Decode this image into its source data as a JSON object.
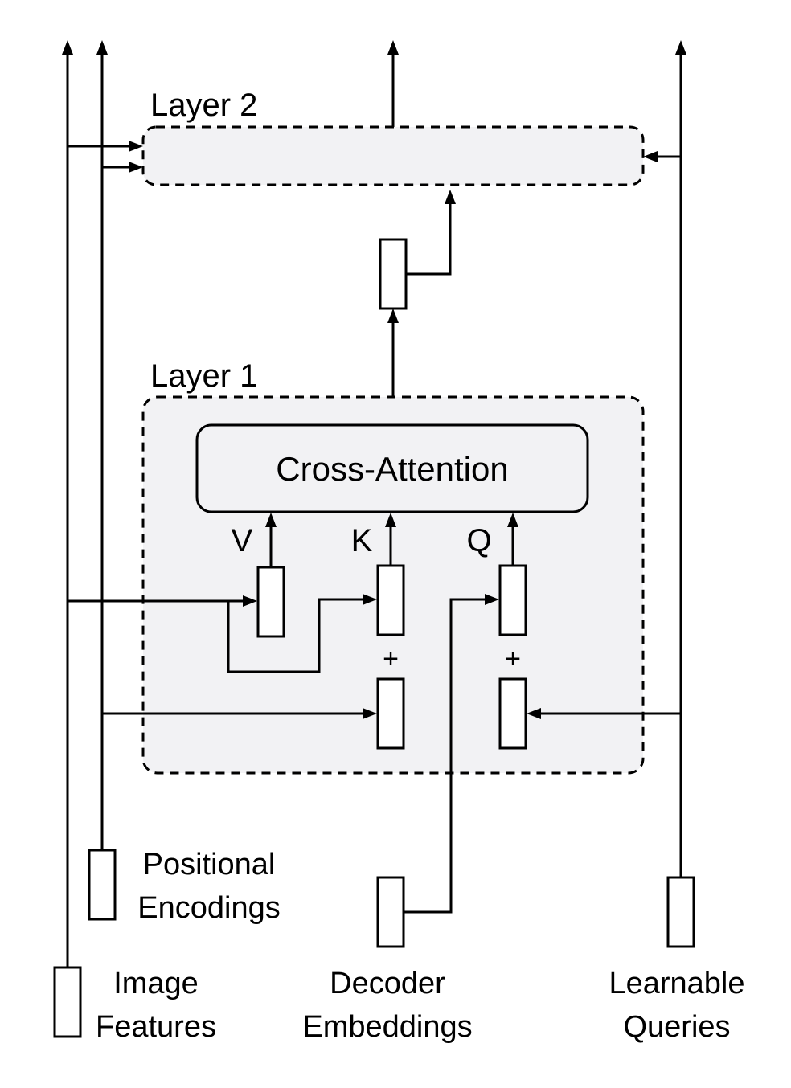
{
  "layers": {
    "layer1": "Layer 1",
    "layer2": "Layer 2"
  },
  "attention": {
    "label": "Cross-Attention",
    "inputs": {
      "v": "V",
      "k": "K",
      "q": "Q"
    },
    "plus_left": "+",
    "plus_right": "+"
  },
  "inputs": {
    "positional_line1": "Positional",
    "positional_line2": "Encodings",
    "image_line1": "Image",
    "image_line2": "Features",
    "decoder_line1": "Decoder",
    "decoder_line2": "Embeddings",
    "learnable_line1": "Learnable",
    "learnable_line2": "Queries"
  },
  "colors": {
    "layer_fill": "#f2f2f4",
    "stroke": "#000000"
  }
}
